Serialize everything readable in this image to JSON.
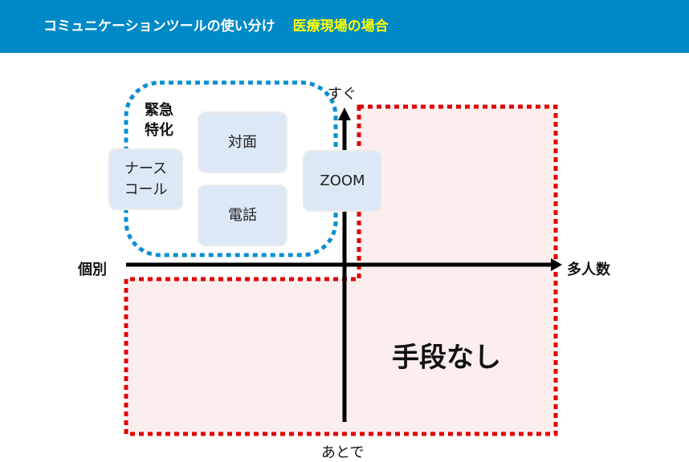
{
  "header": {
    "title": "コミュニケーションツールの使い分け",
    "subtitle": "医療現場の場合"
  },
  "axes": {
    "top": "すぐ",
    "bottom": "あとで",
    "left": "個別",
    "right": "多人数"
  },
  "group_label": {
    "line1": "緊急",
    "line2": "特化"
  },
  "tools": {
    "nurse_call": {
      "line1": "ナース",
      "line2": "コール"
    },
    "face": "対面",
    "phone": "電話",
    "zoom": "ZOOM"
  },
  "no_means": "手段なし",
  "colors": {
    "header": "#0089c7",
    "subtitle": "#ffff00",
    "group_border": "#0a8fd0",
    "no_means_border": "#e00000",
    "no_means_fill": "#fdeeee",
    "tool_fill": "#dce8f5"
  }
}
